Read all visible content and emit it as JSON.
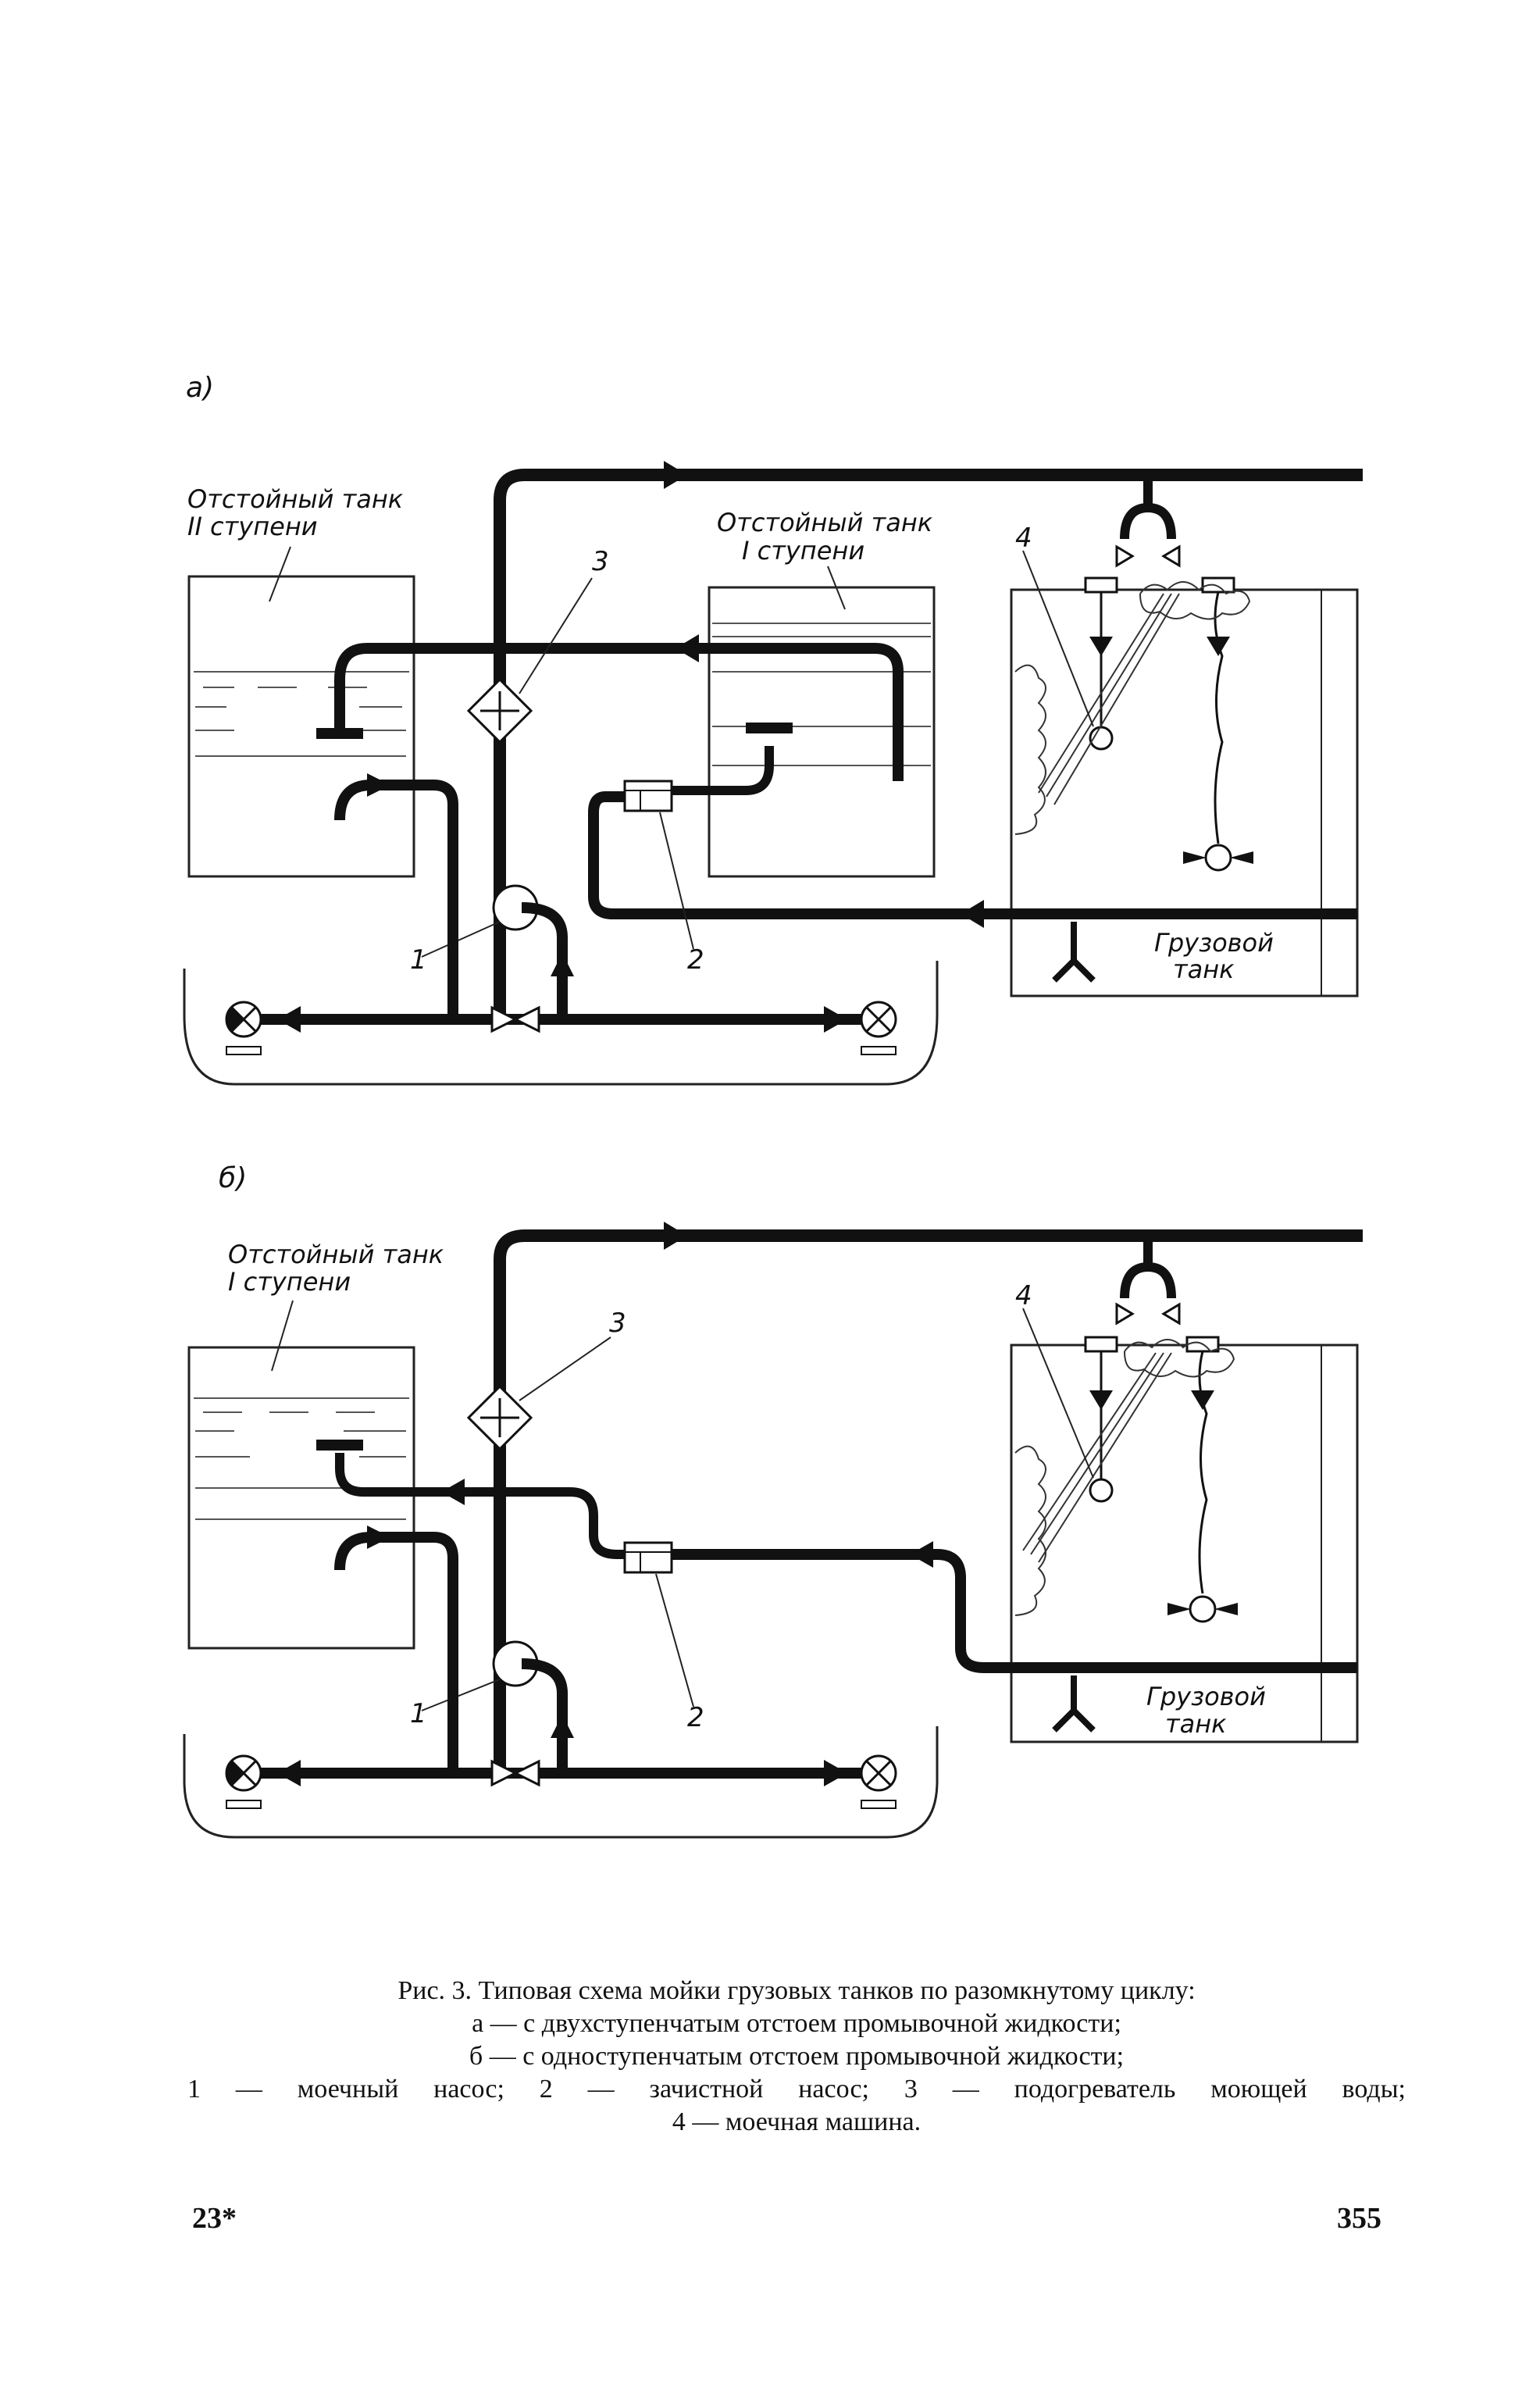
{
  "diagram_a": {
    "panel_label": "а)",
    "tank_stage2_label_1": "Отстойный танк",
    "tank_stage2_label_2": "II ступени",
    "tank_stage1_label_1": "Отстойный танк",
    "tank_stage1_label_2": "I ступени",
    "cargo_tank_label_1": "Грузовой",
    "cargo_tank_label_2": "танк",
    "callout_1": "1",
    "callout_2": "2",
    "callout_3": "3",
    "callout_4": "4"
  },
  "diagram_b": {
    "panel_label": "б)",
    "tank_stage1_label_1": "Отстойный танк",
    "tank_stage1_label_2": "I ступени",
    "cargo_tank_label_1": "Грузовой",
    "cargo_tank_label_2": "танк",
    "callout_1": "1",
    "callout_2": "2",
    "callout_3": "3",
    "callout_4": "4"
  },
  "caption": {
    "title": "Рис. 3. Типовая схема мойки грузовых танков по разомкнутому циклу:",
    "line_a": "а — с двухступенчатым отстоем промывочной жидкости;",
    "line_b": "б — с одноступенчатым отстоем промывочной жидкости;",
    "legend": "1 — моечный насос; 2 — зачистной насос; 3 — подогреватель моющей воды;",
    "legend_end": "4 — моечная машина."
  },
  "footer": {
    "signature_mark": "23*",
    "page_number": "355"
  }
}
